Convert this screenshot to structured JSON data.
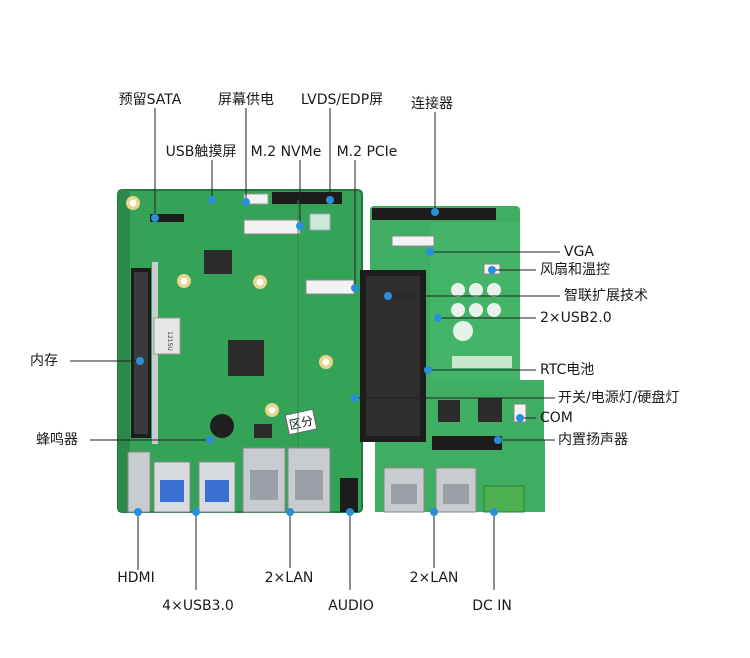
{
  "colors": {
    "pcb_green": "#3aa35a",
    "pcb_green_dark": "#1f7a3e",
    "leader": "#222222",
    "marker": "#2a8fd8",
    "connector_black": "#1c1c1c",
    "usb_blue": "#3b6fd1",
    "metal": "#c8ccd0",
    "terminal_green": "#4caf50"
  },
  "labels": {
    "sata": "预留SATA",
    "screen_power": "屏幕供电",
    "lvds_edp": "LVDS/EDP屏",
    "connector": "连接器",
    "usb_touch": "USB触摸屏",
    "m2_nvme": "M.2 NVMe",
    "m2_pcie": "M.2 PCIe",
    "vga": "VGA",
    "fan_temp": "风扇和温控",
    "brand": "智联扩展技术",
    "usb20": "2×USB2.0",
    "memory": "内存",
    "rtc": "RTC电池",
    "switch_led": "开关/电源灯/硬盘灯",
    "com": "COM",
    "buzzer": "蜂鸣器",
    "speaker": "内置扬声器",
    "hdmi": "HDMI",
    "lan_left": "2×LAN",
    "lan_right": "2×LAN",
    "usb30": "4×USB3.0",
    "audio": "AUDIO",
    "dcin": "DC IN"
  },
  "board_silk": {
    "sticker": "区分",
    "chip_label": "1215U"
  }
}
